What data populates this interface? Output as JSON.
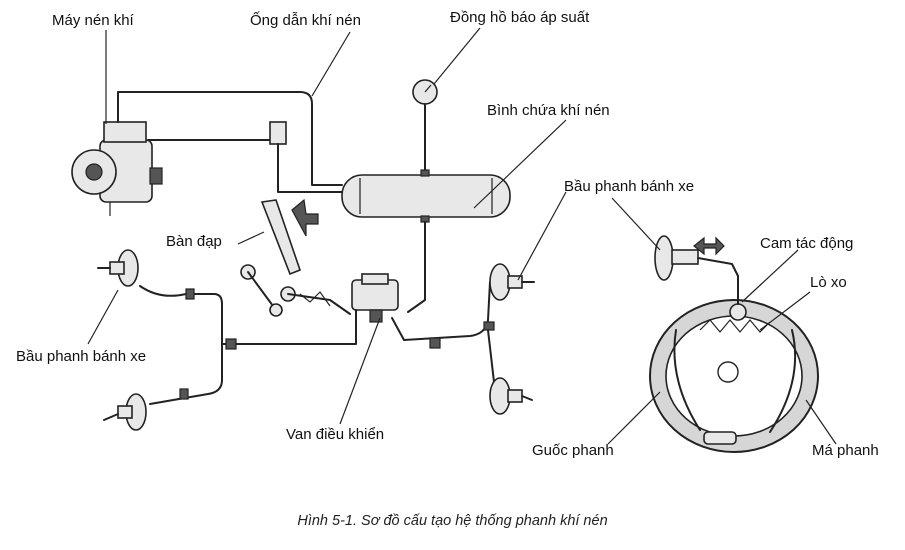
{
  "labels": {
    "air_compressor": "Máy nén khí",
    "air_line": "Ống dẫn khí nén",
    "pressure_gauge": "Đồng hồ báo áp suất",
    "air_tank": "Bình chứa khí nén",
    "wheel_chamber_right": "Bầu phanh bánh xe",
    "pedal": "Bàn đạp",
    "actuating_cam": "Cam tác động",
    "spring": "Lò xo",
    "wheel_chamber_left": "Bầu phanh bánh xe",
    "control_valve": "Van điều khiển",
    "brake_shoe": "Guốc phanh",
    "brake_lining": "Má phanh"
  },
  "caption": "Hình  5-1. Sơ đồ cấu tạo hệ thống phanh khí nén"
}
